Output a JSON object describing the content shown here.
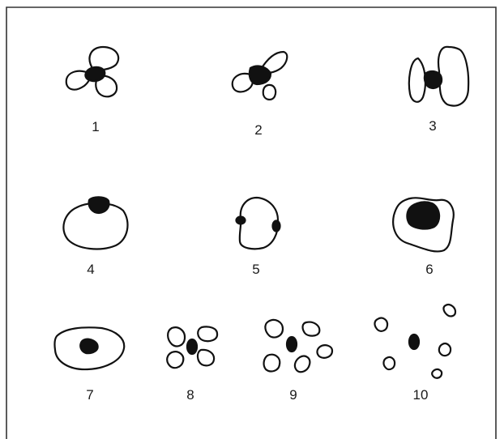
{
  "figure": {
    "stroke_color": "#111111",
    "fill_color": "#111111",
    "background": "#ffffff",
    "panels": [
      {
        "label": "1"
      },
      {
        "label": "2"
      },
      {
        "label": "3"
      },
      {
        "label": "4"
      },
      {
        "label": "5"
      },
      {
        "label": "6"
      },
      {
        "label": "7"
      },
      {
        "label": "8"
      },
      {
        "label": "9"
      },
      {
        "label": "10"
      }
    ]
  }
}
